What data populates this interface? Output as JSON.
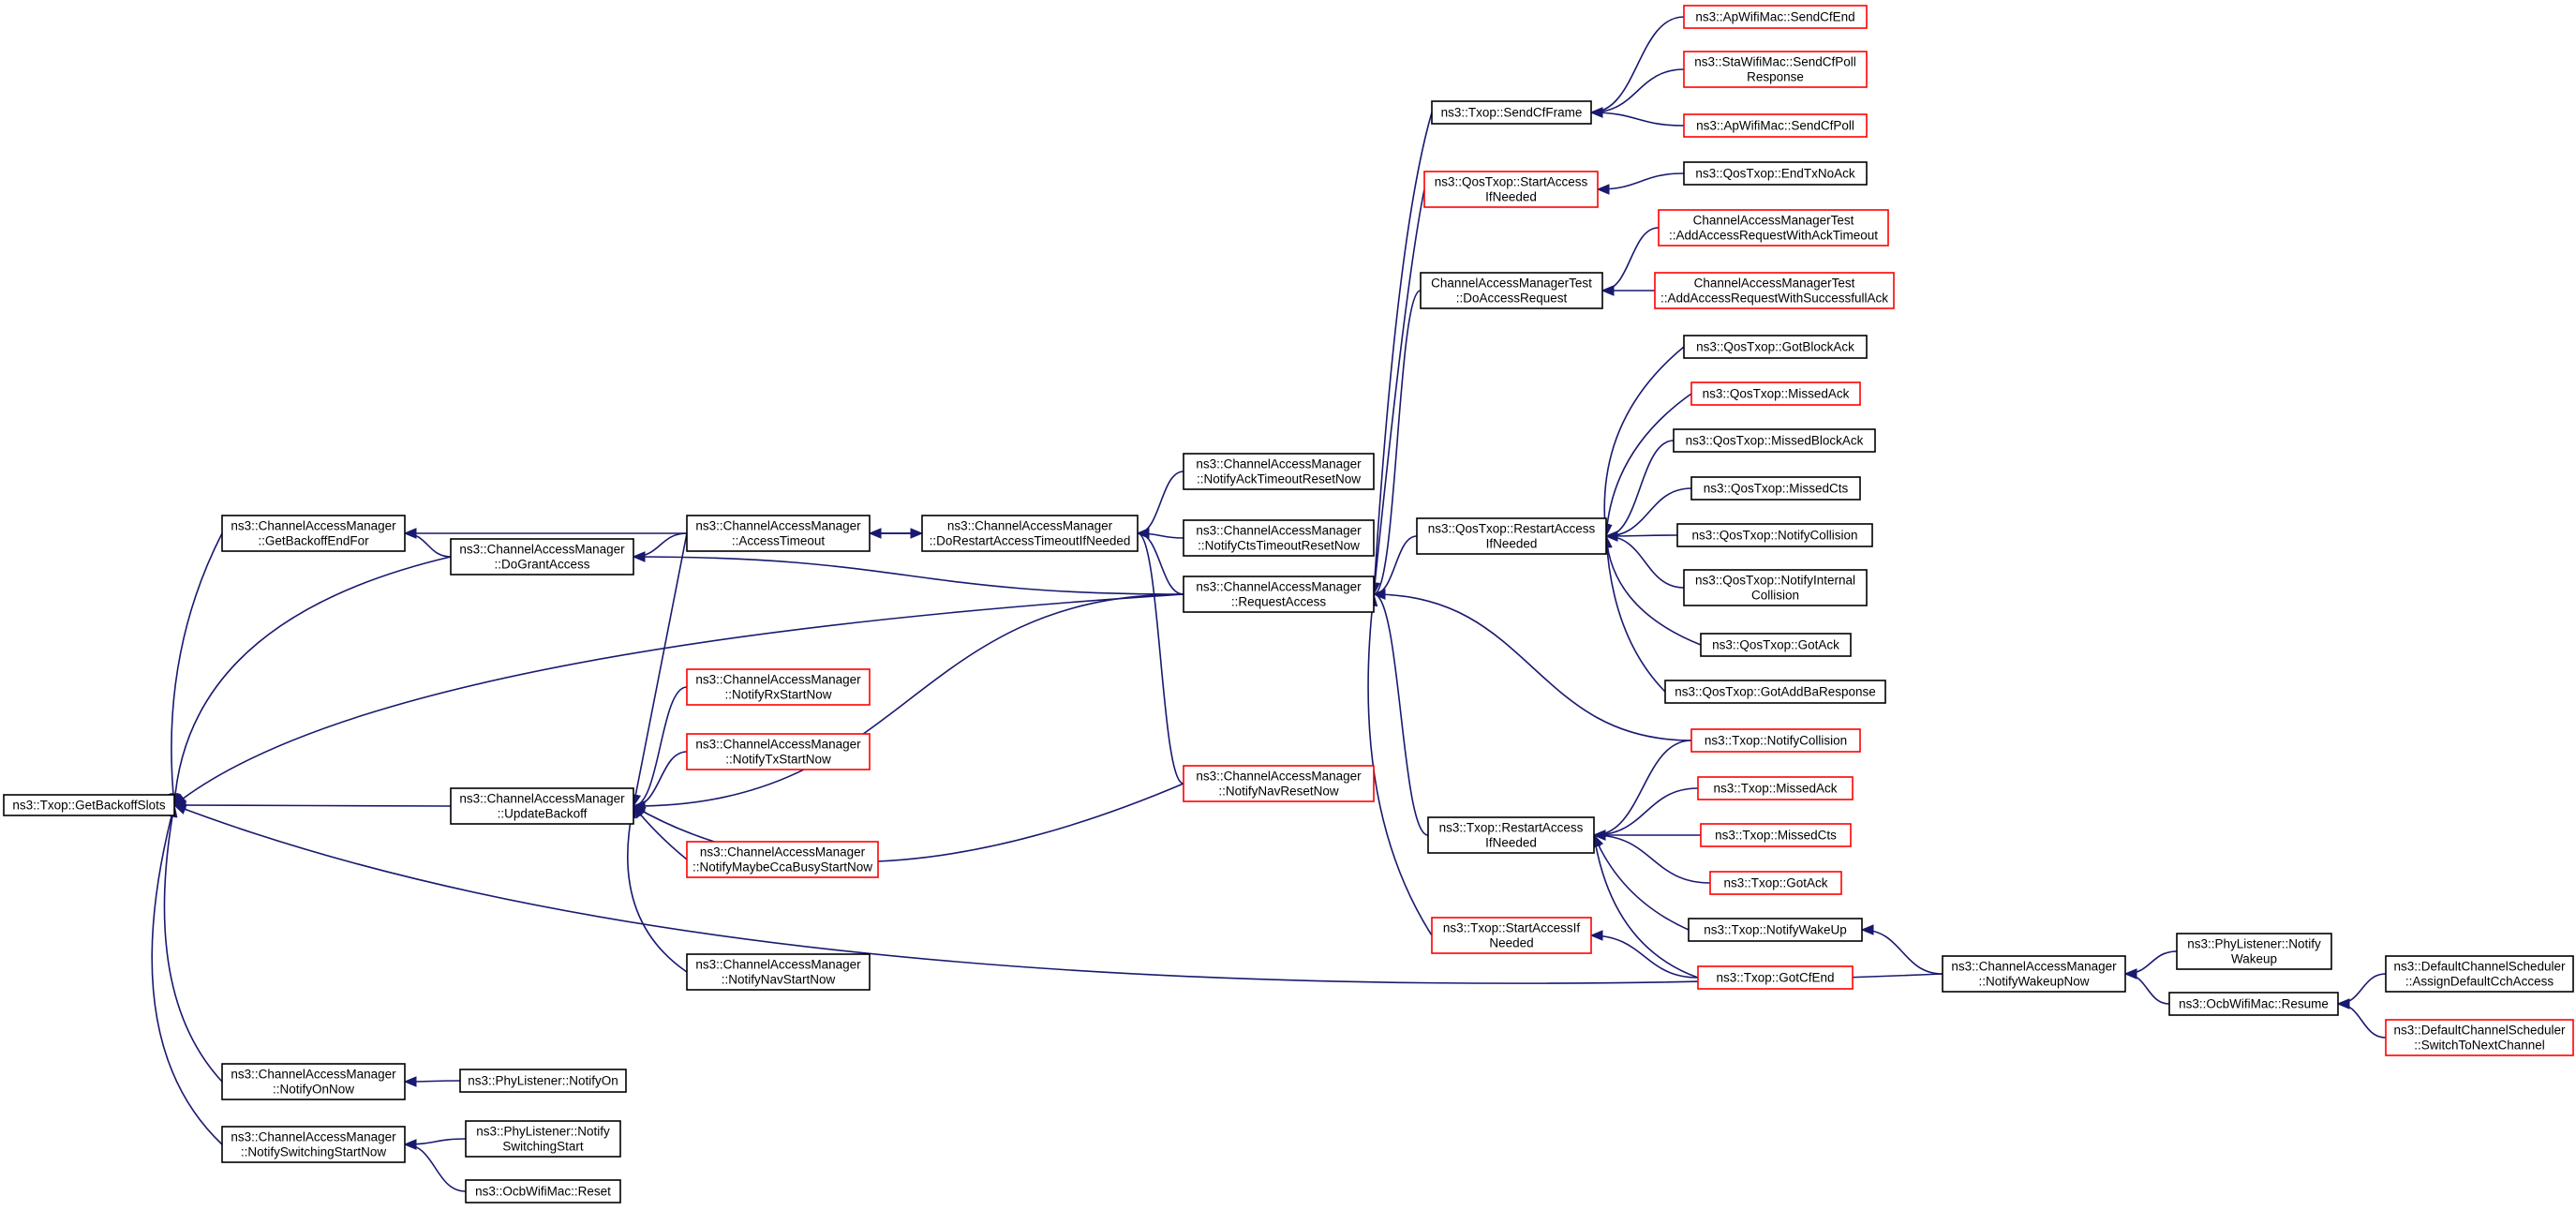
{
  "colors": {
    "edge": "#191970",
    "border_default": "#000000",
    "border_truncated": "#ff0000",
    "root_fill": "#bfbfbf",
    "background": "#ffffff"
  },
  "nodes": [
    {
      "id": "root",
      "lines": [
        "ns3::Txop::GetBackoffSlots"
      ],
      "border": "default",
      "root": true
    },
    {
      "id": "getbackoffendfor",
      "lines": [
        "ns3::ChannelAccessManager",
        "::GetBackoffEndFor"
      ],
      "border": "default"
    },
    {
      "id": "dograntaccess",
      "lines": [
        "ns3::ChannelAccessManager",
        "::DoGrantAccess"
      ],
      "border": "default"
    },
    {
      "id": "accesstimeout",
      "lines": [
        "ns3::ChannelAccessManager",
        "::AccessTimeout"
      ],
      "border": "default"
    },
    {
      "id": "dorestart",
      "lines": [
        "ns3::ChannelAccessManager",
        "::DoRestartAccessTimeoutIfNeeded"
      ],
      "border": "default"
    },
    {
      "id": "notifyacktimeout",
      "lines": [
        "ns3::ChannelAccessManager",
        "::NotifyAckTimeoutResetNow"
      ],
      "border": "default"
    },
    {
      "id": "notifyctstimeout",
      "lines": [
        "ns3::ChannelAccessManager",
        "::NotifyCtsTimeoutResetNow"
      ],
      "border": "default"
    },
    {
      "id": "requestaccess",
      "lines": [
        "ns3::ChannelAccessManager",
        "::RequestAccess"
      ],
      "border": "default"
    },
    {
      "id": "updatebackoff",
      "lines": [
        "ns3::ChannelAccessManager",
        "::UpdateBackoff"
      ],
      "border": "default"
    },
    {
      "id": "notifyrxstart",
      "lines": [
        "ns3::ChannelAccessManager",
        "::NotifyRxStartNow"
      ],
      "border": "truncated"
    },
    {
      "id": "notifytxstart",
      "lines": [
        "ns3::ChannelAccessManager",
        "::NotifyTxStartNow"
      ],
      "border": "truncated"
    },
    {
      "id": "notifymaybecca",
      "lines": [
        "ns3::ChannelAccessManager",
        "::NotifyMaybeCcaBusyStartNow"
      ],
      "border": "truncated"
    },
    {
      "id": "notifynavstart",
      "lines": [
        "ns3::ChannelAccessManager",
        "::NotifyNavStartNow"
      ],
      "border": "default"
    },
    {
      "id": "notifynavreset",
      "lines": [
        "ns3::ChannelAccessManager",
        "::NotifyNavResetNow"
      ],
      "border": "truncated"
    },
    {
      "id": "notifyon",
      "lines": [
        "ns3::ChannelAccessManager",
        "::NotifyOnNow"
      ],
      "border": "default"
    },
    {
      "id": "phynotifyon",
      "lines": [
        "ns3::PhyListener::NotifyOn"
      ],
      "border": "default"
    },
    {
      "id": "notifyswitching",
      "lines": [
        "ns3::ChannelAccessManager",
        "::NotifySwitchingStartNow"
      ],
      "border": "default"
    },
    {
      "id": "phynotifyswitching",
      "lines": [
        "ns3::PhyListener::Notify",
        "SwitchingStart"
      ],
      "border": "default"
    },
    {
      "id": "ocbreset",
      "lines": [
        "ns3::OcbWifiMac::Reset"
      ],
      "border": "default"
    },
    {
      "id": "sendcfframe",
      "lines": [
        "ns3::Txop::SendCfFrame"
      ],
      "border": "default"
    },
    {
      "id": "apsendcfend",
      "lines": [
        "ns3::ApWifiMac::SendCfEnd"
      ],
      "border": "truncated"
    },
    {
      "id": "stasendcfpoll",
      "lines": [
        "ns3::StaWifiMac::SendCfPoll",
        "Response"
      ],
      "border": "truncated"
    },
    {
      "id": "apsendcfpoll",
      "lines": [
        "ns3::ApWifiMac::SendCfPoll"
      ],
      "border": "truncated"
    },
    {
      "id": "qosstartaccess",
      "lines": [
        "ns3::QosTxop::StartAccess",
        "IfNeeded"
      ],
      "border": "truncated"
    },
    {
      "id": "endtxnoack",
      "lines": [
        "ns3::QosTxop::EndTxNoAck"
      ],
      "border": "default"
    },
    {
      "id": "doaccessrequest",
      "lines": [
        "ChannelAccessManagerTest",
        "::DoAccessRequest"
      ],
      "border": "default"
    },
    {
      "id": "addackto",
      "lines": [
        "ChannelAccessManagerTest",
        "::AddAccessRequestWithAckTimeout"
      ],
      "border": "truncated"
    },
    {
      "id": "addsuccess",
      "lines": [
        "ChannelAccessManagerTest",
        "::AddAccessRequestWithSuccessfullAck"
      ],
      "border": "truncated"
    },
    {
      "id": "qosrestart",
      "lines": [
        "ns3::QosTxop::RestartAccess",
        "IfNeeded"
      ],
      "border": "default"
    },
    {
      "id": "gotblockack",
      "lines": [
        "ns3::QosTxop::GotBlockAck"
      ],
      "border": "default"
    },
    {
      "id": "qosmissedack",
      "lines": [
        "ns3::QosTxop::MissedAck"
      ],
      "border": "truncated"
    },
    {
      "id": "missedblockack",
      "lines": [
        "ns3::QosTxop::MissedBlockAck"
      ],
      "border": "default"
    },
    {
      "id": "qosmissedcts",
      "lines": [
        "ns3::QosTxop::MissedCts"
      ],
      "border": "default"
    },
    {
      "id": "qosnotifycollision",
      "lines": [
        "ns3::QosTxop::NotifyCollision"
      ],
      "border": "default"
    },
    {
      "id": "qosnotifyinternal",
      "lines": [
        "ns3::QosTxop::NotifyInternal",
        "Collision"
      ],
      "border": "default"
    },
    {
      "id": "qosgotack",
      "lines": [
        "ns3::QosTxop::GotAck"
      ],
      "border": "default"
    },
    {
      "id": "gotaddba",
      "lines": [
        "ns3::QosTxop::GotAddBaResponse"
      ],
      "border": "default"
    },
    {
      "id": "txopnotifycollision",
      "lines": [
        "ns3::Txop::NotifyCollision"
      ],
      "border": "truncated"
    },
    {
      "id": "txoprestart",
      "lines": [
        "ns3::Txop::RestartAccess",
        "IfNeeded"
      ],
      "border": "default"
    },
    {
      "id": "txopmissedack",
      "lines": [
        "ns3::Txop::MissedAck"
      ],
      "border": "truncated"
    },
    {
      "id": "txopmissedcts",
      "lines": [
        "ns3::Txop::MissedCts"
      ],
      "border": "truncated"
    },
    {
      "id": "txopgotack",
      "lines": [
        "ns3::Txop::GotAck"
      ],
      "border": "truncated"
    },
    {
      "id": "txopnotifywakeup",
      "lines": [
        "ns3::Txop::NotifyWakeUp"
      ],
      "border": "default"
    },
    {
      "id": "txopgotcfend",
      "lines": [
        "ns3::Txop::GotCfEnd"
      ],
      "border": "truncated"
    },
    {
      "id": "txopstartaccess",
      "lines": [
        "ns3::Txop::StartAccessIf",
        "Needed"
      ],
      "border": "truncated"
    },
    {
      "id": "notifywakeupnow",
      "lines": [
        "ns3::ChannelAccessManager",
        "::NotifyWakeupNow"
      ],
      "border": "default"
    },
    {
      "id": "phynotifywakeup",
      "lines": [
        "ns3::PhyListener::Notify",
        "Wakeup"
      ],
      "border": "default"
    },
    {
      "id": "ocbresume",
      "lines": [
        "ns3::OcbWifiMac::Resume"
      ],
      "border": "default"
    },
    {
      "id": "assigndefault",
      "lines": [
        "ns3::DefaultChannelScheduler",
        "::AssignDefaultCchAccess"
      ],
      "border": "default"
    },
    {
      "id": "switchtonext",
      "lines": [
        "ns3::DefaultChannelScheduler",
        "::SwitchToNextChannel"
      ],
      "border": "truncated"
    }
  ],
  "edges": [
    [
      "getbackoffendfor",
      "root"
    ],
    [
      "dograntaccess",
      "root"
    ],
    [
      "requestaccess",
      "root"
    ],
    [
      "updatebackoff",
      "root"
    ],
    [
      "notifywakeupnow",
      "root"
    ],
    [
      "notifyon",
      "root"
    ],
    [
      "notifyswitching",
      "root"
    ],
    [
      "dorestart",
      "getbackoffendfor"
    ],
    [
      "dograntaccess",
      "getbackoffendfor"
    ],
    [
      "accesstimeout",
      "dograntaccess"
    ],
    [
      "requestaccess",
      "dograntaccess"
    ],
    [
      "dorestart",
      "accesstimeout"
    ],
    [
      "accesstimeout",
      "dorestart"
    ],
    [
      "notifyacktimeout",
      "dorestart"
    ],
    [
      "notifyctstimeout",
      "dorestart"
    ],
    [
      "requestaccess",
      "dorestart"
    ],
    [
      "notifynavreset",
      "dorestart"
    ],
    [
      "accesstimeout",
      "updatebackoff"
    ],
    [
      "notifyrxstart",
      "updatebackoff"
    ],
    [
      "notifytxstart",
      "updatebackoff"
    ],
    [
      "notifymaybecca",
      "updatebackoff"
    ],
    [
      "notifynavstart",
      "updatebackoff"
    ],
    [
      "notifynavreset",
      "updatebackoff"
    ],
    [
      "requestaccess",
      "updatebackoff"
    ],
    [
      "sendcfframe",
      "requestaccess"
    ],
    [
      "qosstartaccess",
      "requestaccess"
    ],
    [
      "doaccessrequest",
      "requestaccess"
    ],
    [
      "qosrestart",
      "requestaccess"
    ],
    [
      "txopnotifycollision",
      "requestaccess"
    ],
    [
      "txoprestart",
      "requestaccess"
    ],
    [
      "txopstartaccess",
      "requestaccess"
    ],
    [
      "apsendcfend",
      "sendcfframe"
    ],
    [
      "stasendcfpoll",
      "sendcfframe"
    ],
    [
      "apsendcfpoll",
      "sendcfframe"
    ],
    [
      "endtxnoack",
      "qosstartaccess"
    ],
    [
      "addackto",
      "doaccessrequest"
    ],
    [
      "addsuccess",
      "doaccessrequest"
    ],
    [
      "gotblockack",
      "qosrestart"
    ],
    [
      "qosmissedack",
      "qosrestart"
    ],
    [
      "missedblockack",
      "qosrestart"
    ],
    [
      "qosmissedcts",
      "qosrestart"
    ],
    [
      "qosnotifycollision",
      "qosrestart"
    ],
    [
      "qosnotifyinternal",
      "qosrestart"
    ],
    [
      "qosgotack",
      "qosrestart"
    ],
    [
      "gotaddba",
      "qosrestart"
    ],
    [
      "txopnotifycollision",
      "txoprestart"
    ],
    [
      "txopmissedack",
      "txoprestart"
    ],
    [
      "txopmissedcts",
      "txoprestart"
    ],
    [
      "txopgotack",
      "txoprestart"
    ],
    [
      "txopnotifywakeup",
      "txoprestart"
    ],
    [
      "txopgotcfend",
      "txoprestart"
    ],
    [
      "txopgotcfend",
      "txopstartaccess"
    ],
    [
      "notifywakeupnow",
      "txopnotifywakeup"
    ],
    [
      "phynotifywakeup",
      "notifywakeupnow"
    ],
    [
      "ocbresume",
      "notifywakeupnow"
    ],
    [
      "assigndefault",
      "ocbresume"
    ],
    [
      "switchtonext",
      "ocbresume"
    ],
    [
      "phynotifyon",
      "notifyon"
    ],
    [
      "phynotifyswitching",
      "notifyswitching"
    ],
    [
      "ocbreset",
      "notifyswitching"
    ]
  ]
}
